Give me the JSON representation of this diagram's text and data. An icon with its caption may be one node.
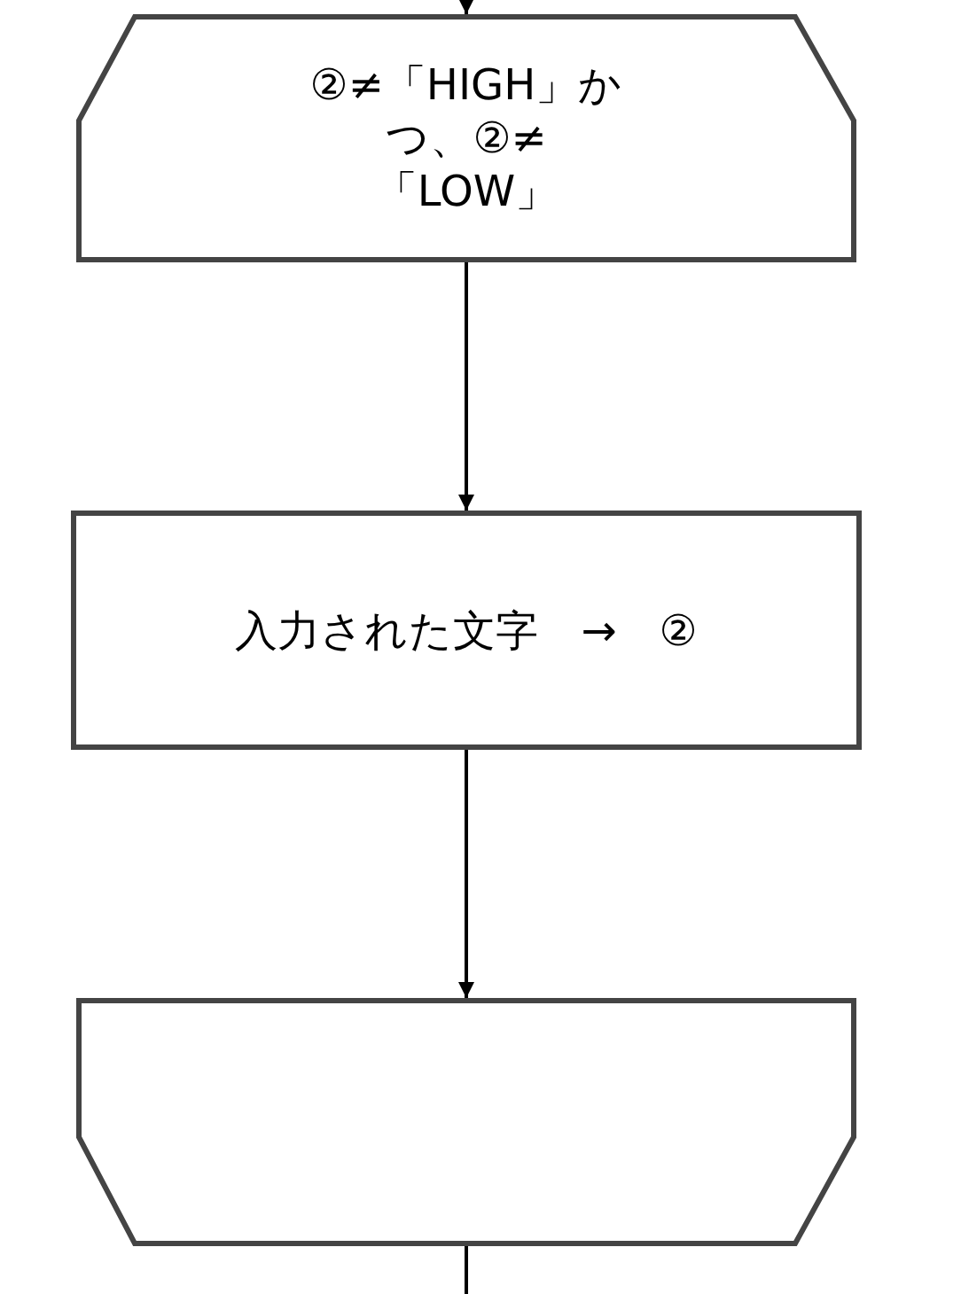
{
  "diagram": {
    "nodes": [
      {
        "text": [
          "②≠「HIGH」かつ、②≠「LOW」"
        ]
      },
      {
        "text": [
          "入力された文字　→　②"
        ]
      },
      {
        "text": [],
        "shape": "hexagon"
      }
    ],
    "edges": [
      {
        "from": null,
        "to": 0,
        "arrow": "to"
      },
      {
        "from": 0,
        "to": 1,
        "arrow": "to"
      },
      {
        "from": 1,
        "to": 2,
        "arrow": "to"
      },
      {
        "from": 2,
        "to": null,
        "arrow": "none"
      }
    ]
  }
}
